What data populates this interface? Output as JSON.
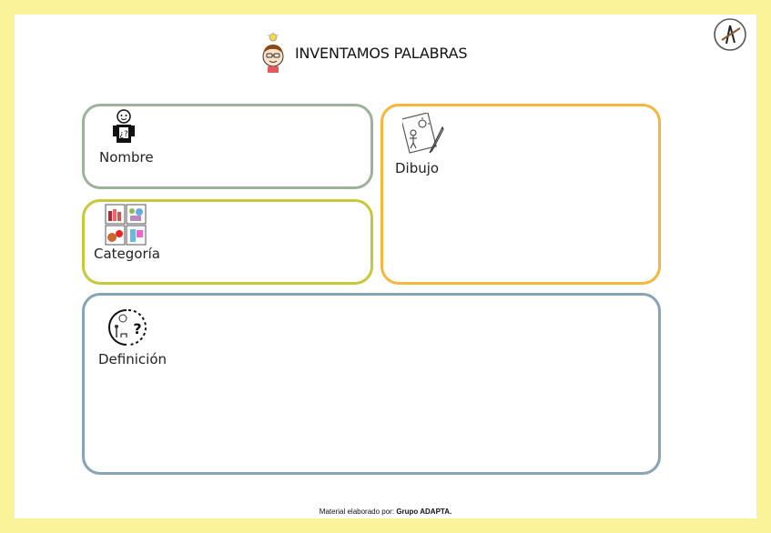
{
  "page": {
    "title": "INVENTAMOS PALABRAS",
    "title_icon": "child-with-lightbulb-icon",
    "logo_icon": "compass-logo-icon"
  },
  "fields": {
    "nombre": {
      "label": "Nombre",
      "icon": "person-question-icon"
    },
    "categoria": {
      "label": "Categoría",
      "icon": "category-grid-icon"
    },
    "dibujo": {
      "label": "Dibujo",
      "icon": "drawing-icon"
    },
    "definicion": {
      "label": "Definición",
      "icon": "definition-icon"
    }
  },
  "footer": {
    "prefix": "Material elaborado por:",
    "author": "Grupo ADAPTA."
  },
  "colors": {
    "frame": "#fbf39a",
    "nombre_border": "#9db29b",
    "categoria_border": "#c8c63a",
    "dibujo_border": "#f5b63d",
    "definicion_border": "#86a4b3"
  }
}
